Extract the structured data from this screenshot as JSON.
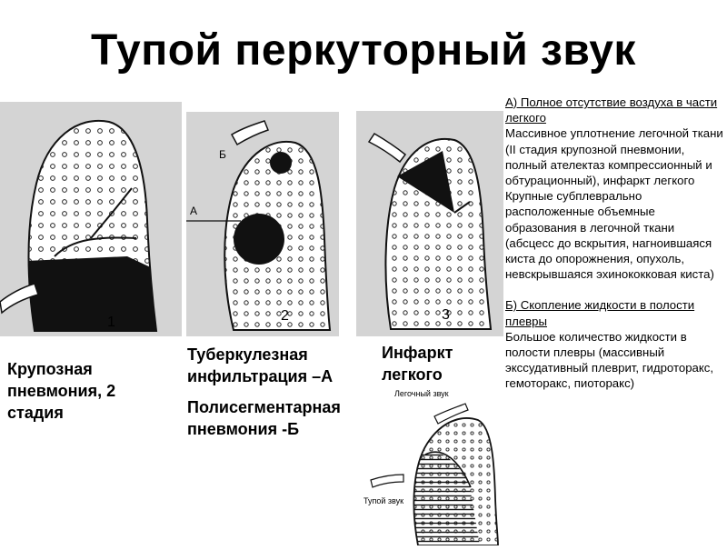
{
  "title": "Тупой перкуторный звук",
  "captions": {
    "panel1": "Крупозная пневмония, 2 стадия",
    "panel2_a": "Туберкулезная инфильтрация –А",
    "panel2_b": "Полисегментарная пневмония -Б",
    "panel3": "Инфаркт легкого"
  },
  "panel_numbers": [
    "1",
    "2",
    "3"
  ],
  "panel2_letters": [
    "А",
    "Б"
  ],
  "diagram_labels": {
    "lung_sound": "Легочный звук",
    "dull_sound": "Тупой звук"
  },
  "right_text": {
    "section_a_heading": "А) Полное отсутствие воздуха в части легкого",
    "section_a_p1": "Массивное уплотнение легочной ткани (II стадия крупозной пневмонии, полный ателектаз компрессионный и обтурационный), инфаркт легкого",
    "section_a_p2": "Крупные субплеврально расположенные объемные образования в легочной ткани (абсцесс до вскрытия, нагноившаяся киста до опорожнения, опухоль, невскрывшаяся эхинококковая киста)",
    "section_b_heading": "Б) Скопление жидкости в полости плевры",
    "section_b_p1": "Большое количество жидкости в полости плевры (массивный экссудативный плеврит, гидроторакс, гемоторакс, пиоторакс)"
  }
}
